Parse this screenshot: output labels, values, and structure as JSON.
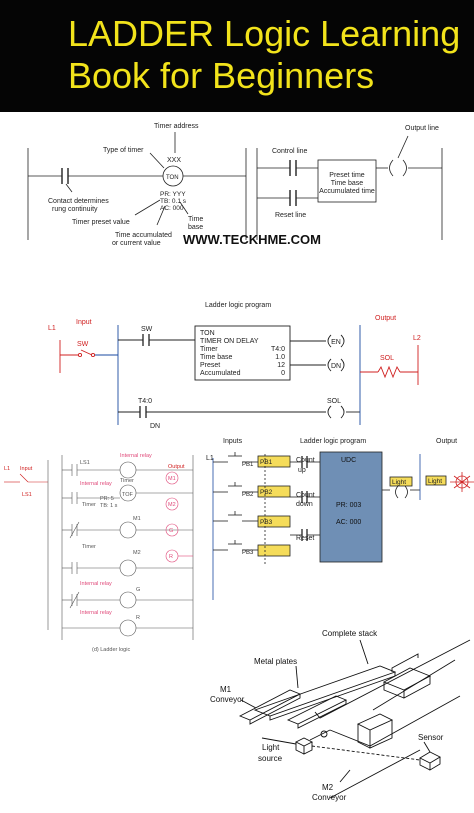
{
  "header": {
    "title_line1": "LADDER Logic Learning",
    "title_line2": "Book for Beginners"
  },
  "colors": {
    "title": "#f2e31b",
    "header_bg": "#050505",
    "accent_red": "#d02020",
    "accent_blue": "#1a4aa0",
    "pink": "#e04a7a",
    "udc_box": "#6f8fb5",
    "pb_fill": "#f5dc5a"
  },
  "timer_diagram": {
    "timer_address": "Timer address",
    "type_of_timer": "Type of timer",
    "xxx": "XXX",
    "ton": "TON",
    "pr": "PR: YYY",
    "tb": "TB: 0.1 s",
    "ac": "AC: 000",
    "contact_note_1": "Contact determines",
    "contact_note_2": "rung continuity",
    "preset_value": "Timer preset value",
    "accum_1": "Time accumulated",
    "accum_2": "or current value",
    "time_base_1": "Time",
    "time_base_2": "base",
    "control_line": "Control line",
    "reset_line": "Reset line",
    "output_line": "Output line",
    "box_1": "Preset time",
    "box_2": "Time base",
    "box_3": "Accumulated time",
    "watermark": "WWW.TECKHME.COM"
  },
  "ton_program": {
    "heading": "Ladder logic program",
    "input": "Input",
    "output": "Output",
    "l1": "L1",
    "l2": "L2",
    "sw_input": "SW",
    "sw_contact": "SW",
    "ton": "TON",
    "timer_on_delay": "TIMER ON DELAY",
    "rows": [
      {
        "label": "Timer",
        "value": "T4:0"
      },
      {
        "label": "Time base",
        "value": "1.0"
      },
      {
        "label": "Preset",
        "value": "12"
      },
      {
        "label": "Accumulated",
        "value": "0"
      }
    ],
    "en": "EN",
    "dn": "DN",
    "sol_coil": "SOL",
    "sol_out": "SOL",
    "t40": "T4:0",
    "dn_label": "DN"
  },
  "relay_diagram": {
    "input": "Input",
    "output": "Output",
    "l1": "L1",
    "ls1_input": "LS1",
    "ls1": "LS1",
    "internal_relay": "Internal relay",
    "timer": "Timer",
    "tof": "TOF",
    "pr": "PR: 5",
    "tb": "TB: 1 s",
    "m1": "M1",
    "m2": "M2",
    "g": "G",
    "r": "R",
    "caption": "(d) Ladder logic"
  },
  "udc_diagram": {
    "inputs": "Inputs",
    "heading": "Ladder logic program",
    "output": "Output",
    "l1": "L1",
    "pb1": "PB1",
    "pb2": "PB2",
    "pb3": "PB3",
    "count_up_1": "Count",
    "count_up_2": "up",
    "count_down_1": "Count",
    "count_down_2": "down",
    "reset": "Reset",
    "udc": "UDC",
    "pr": "PR: 003",
    "ac": "AC: 000",
    "light_coil": "Light",
    "light_out": "Light"
  },
  "conveyor": {
    "complete_stack": "Complete stack",
    "metal_plates": "Metal plates",
    "m1_1": "M1",
    "m1_2": "Conveyor",
    "light_1": "Light",
    "light_2": "source",
    "sensor": "Sensor",
    "m2_1": "M2",
    "m2_2": "Conveyor"
  }
}
